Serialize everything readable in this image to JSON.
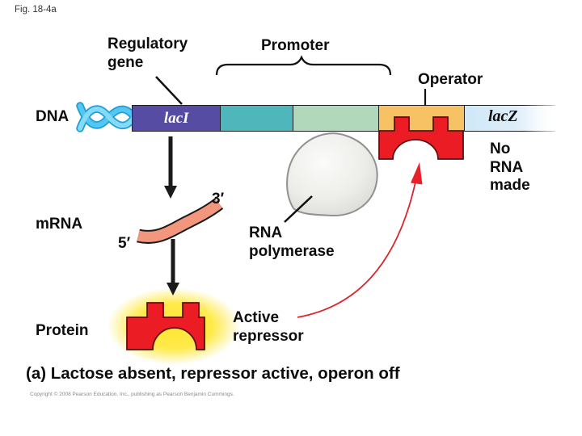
{
  "figure": {
    "fig_label": "Fig. 18-4a",
    "caption": "(a) Lactose absent, repressor active, operon off",
    "copyright": "Copyright © 2008 Pearson Education, Inc., publishing as Pearson Benjamin Cummings."
  },
  "labels": {
    "dna": "DNA",
    "mrna": "mRNA",
    "protein": "Protein",
    "regulatory_gene": "Regulatory\ngene",
    "promoter": "Promoter",
    "operator": "Operator",
    "no_rna_made": "No\nRNA\nmade",
    "rna_polymerase": "RNA\npolymerase",
    "active_repressor": "Active\nrepressor",
    "five_prime": "5′",
    "three_prime": "3′"
  },
  "genes": {
    "laci": "lacI",
    "lacz": "lacZ"
  },
  "colors": {
    "laci_segment": "#564CA3",
    "promoter_segment": "#4FB6BB",
    "spacer_segment": "#B2D8BC",
    "operator_segment": "#F6C263",
    "lacz_segment": "#CFE8F7",
    "repressor_red": "#EC1C24",
    "mrna_salmon": "#F2977E",
    "dna_helix_blue": "#4BC2EF",
    "glow_yellow": "#FFE63C",
    "polymerase_gray": "#EDEDEA"
  }
}
